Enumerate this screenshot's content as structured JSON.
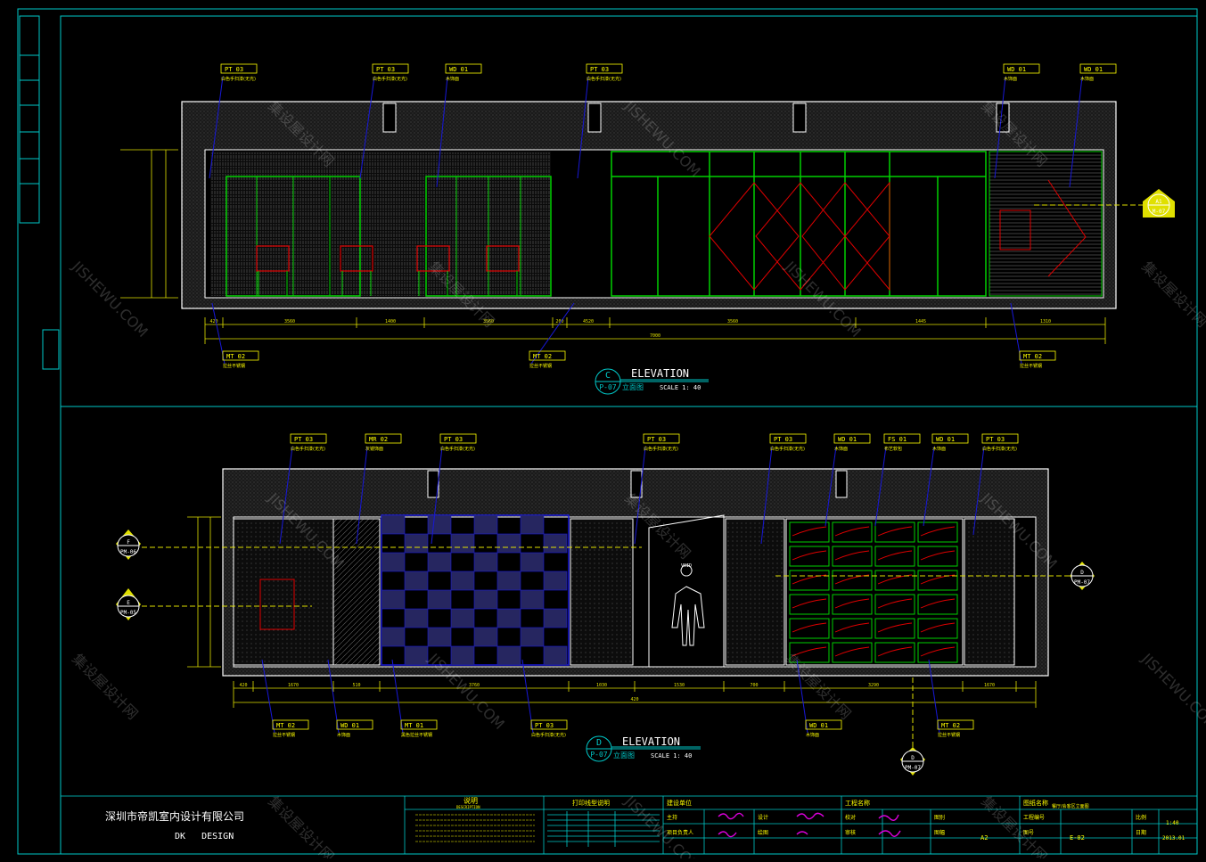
{
  "colors": {
    "background": "#000000",
    "frame": "#00c8c8",
    "wall": "#ffffff",
    "fixture": "#00d000",
    "leader": "#1818d8",
    "tag": "#ffff00",
    "dimension": "#e0e000",
    "accent": "#e00000",
    "hatch": "#8a8a8a"
  },
  "elevation_c": {
    "title": "ELEVATION",
    "drawing_no": "P-07",
    "view_letter": "C",
    "subtitle": "立面图",
    "scale": "SCALE 1: 40",
    "section_marker": {
      "id": "A1",
      "sheet": "M-07"
    },
    "top_tags": [
      {
        "code": "PT 03",
        "desc": "白色手扫漆(无光)"
      },
      {
        "code": "PT 03",
        "desc": "白色手扫漆(无光)"
      },
      {
        "code": "WD 01",
        "desc": "木饰面"
      },
      {
        "code": "PT 03",
        "desc": "白色手扫漆(无光)"
      },
      {
        "code": "WD 01",
        "desc": "木饰面"
      },
      {
        "code": "WD 01",
        "desc": "木饰面"
      }
    ],
    "bottom_tags": [
      {
        "code": "MT 02",
        "desc": "拉丝不锈钢"
      },
      {
        "code": "MT 02",
        "desc": "拉丝不锈钢"
      },
      {
        "code": "MT 02",
        "desc": "拉丝不锈钢"
      }
    ],
    "dims": [
      "420",
      "3560",
      "1400",
      "3560",
      "200",
      "4520",
      "3560",
      "1445",
      "1310",
      "7000"
    ]
  },
  "elevation_d": {
    "title": "ELEVATION",
    "drawing_no": "P-07",
    "view_letter": "D",
    "subtitle": "立面图",
    "scale": "SCALE 1: 40",
    "section_markers": [
      {
        "id": "F",
        "sheet": "PM-06"
      },
      {
        "id": "E",
        "sheet": "PM-05"
      },
      {
        "id": "D",
        "sheet": "PM-07"
      },
      {
        "id": "D",
        "sheet": "PM-07"
      }
    ],
    "top_tags": [
      {
        "code": "PT 03",
        "desc": "白色手扫漆(无光)"
      },
      {
        "code": "MR 02",
        "desc": "灰镜饰面"
      },
      {
        "code": "PT 03",
        "desc": "白色手扫漆(无光)"
      },
      {
        "code": "PT 03",
        "desc": "白色手扫漆(无光)"
      },
      {
        "code": "PT 03",
        "desc": "白色手扫漆(无光)"
      },
      {
        "code": "WD 01",
        "desc": "木饰面"
      },
      {
        "code": "FS 01",
        "desc": "布艺软包"
      },
      {
        "code": "WD 01",
        "desc": "木饰面"
      },
      {
        "code": "PT 03",
        "desc": "白色手扫漆(无光)"
      }
    ],
    "bottom_tags": [
      {
        "code": "MT 02",
        "desc": "拉丝不锈钢"
      },
      {
        "code": "WD 01",
        "desc": "木饰面"
      },
      {
        "code": "MT 01",
        "desc": "黑色拉丝不锈钢"
      },
      {
        "code": "PT 03",
        "desc": "白色手扫漆(无光)"
      },
      {
        "code": "WD 01",
        "desc": "木饰面"
      },
      {
        "code": "MT 02",
        "desc": "拉丝不锈钢"
      }
    ],
    "dims": [
      "420",
      "1670",
      "510",
      "3760",
      "1030",
      "1530",
      "700",
      "3290",
      "1670",
      "420"
    ],
    "figure_label": "VOID"
  },
  "title_block": {
    "company": "深圳市帝凯室内设计有限公司",
    "company_en": "DK   DESIGN",
    "notes_header": "说明",
    "notes_header_en": "DESCRIPTION",
    "print_header": "打印线型说明",
    "client_header": "建设单位",
    "project_header": "工程名称",
    "drawing_name_header": "图纸名称",
    "drawing_name": "餐厅/会客区立面图",
    "project_no_label": "工程编号",
    "drawing_no_label": "图号",
    "drawing_no": "E-02",
    "scale_label": "比例",
    "scale": "1:40",
    "date_label": "日期",
    "date": "2013.01",
    "size_label": "图幅",
    "size": "A2",
    "category_label": "图别",
    "design_label": "设计",
    "drawn_label": "绘图",
    "check_label": "校对",
    "approve_label": "审核",
    "lead_label": "主持",
    "pm_label": "项目负责人"
  },
  "watermark": {
    "cn": "集设屋设计网",
    "en": "JISHEWU.COM"
  }
}
